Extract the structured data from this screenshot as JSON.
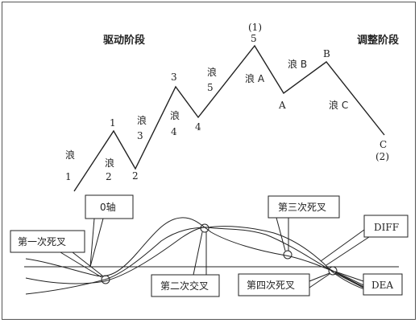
{
  "headings": {
    "impulse_phase": "驱动阶段",
    "correction_phase": "调整阶段"
  },
  "wave_labels": {
    "w1_label": "浪",
    "w1_num": "1",
    "p1": "1",
    "w2_label": "浪",
    "w2_num": "2",
    "p2": "2",
    "w3_label": "浪",
    "w3_num": "3",
    "p3": "3",
    "w4_label": "浪",
    "w4_num": "4",
    "p4": "4",
    "w5_label": "浪",
    "w5_num": "5",
    "peak_mark": "(1)",
    "p5": "5",
    "wA_label": "浪 A",
    "pA": "A",
    "wB_label": "浪 B",
    "pB": "B",
    "wC_label": "浪 C",
    "pC": "C",
    "end_mark": "(2)"
  },
  "callouts": {
    "zero_axis": "0轴",
    "first_death_cross": "第一次死叉",
    "second_golden_cross": "第二次交叉",
    "third_death_cross": "第三次死叉",
    "fourth_death_cross": "第四次死叉",
    "diff": "DIFF",
    "dea": "DEA"
  },
  "colors": {
    "line": "#222222",
    "frame": "#555555",
    "background": "#ffffff"
  }
}
